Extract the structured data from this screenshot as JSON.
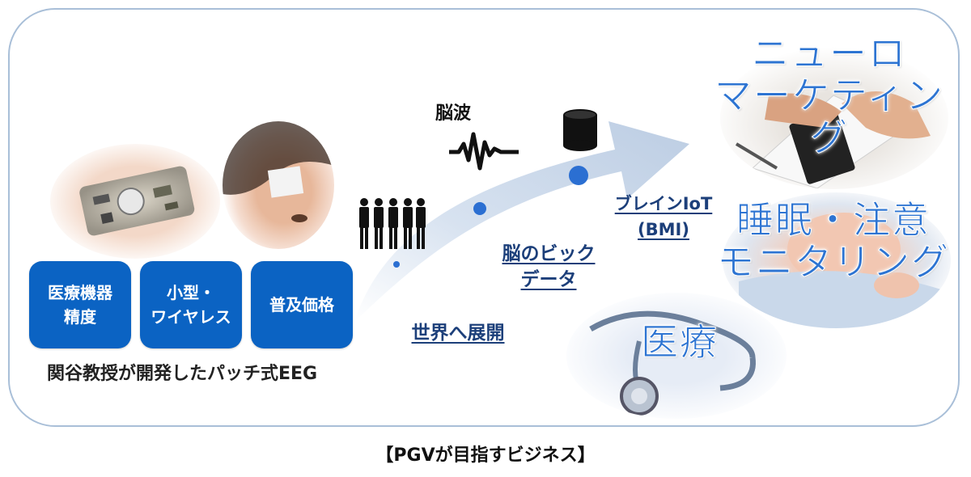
{
  "diagram": {
    "features": [
      "医療機器\n精度",
      "小型・\nワイヤレス",
      "普及価格"
    ],
    "caption": "関谷教授が開発したパッチ式EEG",
    "labels": {
      "brainwave": "脳波",
      "global": "世界へ展開",
      "bigdata": "脳のビック\nデータ",
      "brain_iot": "ブレインIoT\n(BMI)"
    },
    "applications": {
      "neuro_marketing": "ニューロ\nマーケティング",
      "sleep_attention": "睡眠・注意\nモニタリング",
      "medical": "医療"
    },
    "bottom_caption": "【PGVが目指すビジネス】",
    "colors": {
      "frame": "#a9bfd8",
      "box": "#0b63c3",
      "arrow": "#c8d6ea",
      "dot": "#2b6fd2",
      "label_text": "#1c3f7a",
      "app_text": "#2d74d2"
    },
    "icons": [
      "patch-device-photo",
      "child-patch-photo",
      "people-icon",
      "wave-icon",
      "database-icon",
      "handshake-photo",
      "sleeping-baby-photo",
      "stethoscope-photo"
    ]
  }
}
